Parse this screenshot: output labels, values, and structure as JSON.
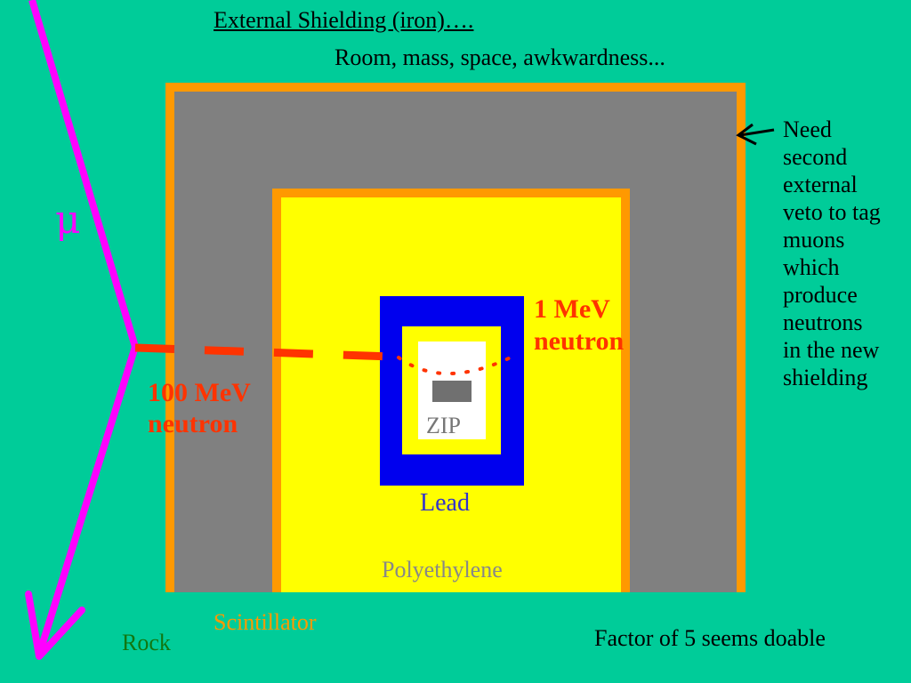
{
  "title": "External Shielding (iron)….",
  "subtitle": "Room, mass, space, awkwardness...",
  "labels": {
    "zip": "ZIP",
    "lead": "Lead",
    "polyethylene": "Polyethylene",
    "scintillator": "Scintillator",
    "rock": "Rock",
    "muon": "μ",
    "neutron_100mev_line1": "100 MeV",
    "neutron_100mev_line2": "neutron",
    "neutron_1mev_line1": "1 MeV",
    "neutron_1mev_line2": "neutron"
  },
  "note_lines": [
    "Need",
    "second",
    "external",
    "veto to tag",
    "muons",
    "which",
    "produce",
    "neutrons",
    "in the new",
    "shielding"
  ],
  "footer": "Factor of 5 seems doable",
  "colors": {
    "background": "#00CC99",
    "iron": "#808080",
    "scintillator": "#FF9900",
    "polyethylene": "#FFFF00",
    "lead": "#0000EE",
    "muon": "#FF00FF",
    "neutron": "#FF3300"
  }
}
